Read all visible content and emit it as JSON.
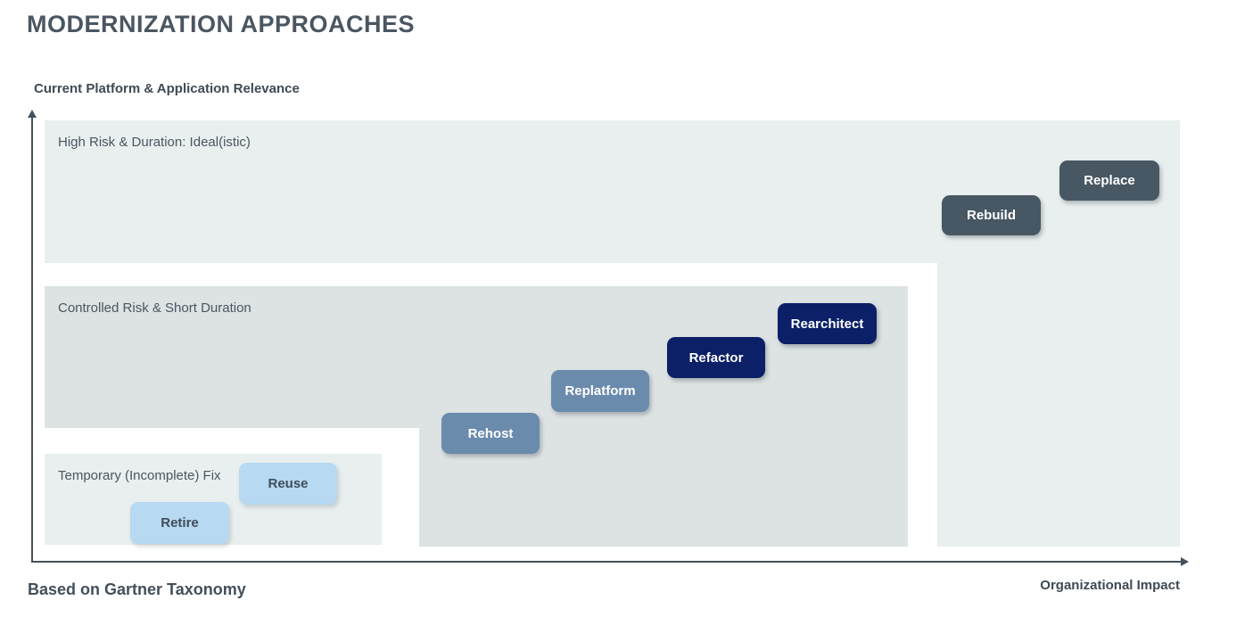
{
  "title": "MODERNIZATION APPROACHES",
  "axes": {
    "y_label": "Current Platform & Application Relevance",
    "x_label": "Organizational Impact"
  },
  "footer": "Based on Gartner Taxonomy",
  "zones": [
    {
      "id": "high-risk",
      "label": "High Risk & Duration: Ideal(istic)",
      "color": "#e9efee"
    },
    {
      "id": "controlled-risk",
      "label": "Controlled Risk & Short Duration",
      "color": "#dde3e3"
    },
    {
      "id": "temporary-fix",
      "label": "Temporary (Incomplete) Fix",
      "color": "#e9efee"
    }
  ],
  "approaches": [
    {
      "label": "Retire",
      "tier": "temporary-fix",
      "color": "#b7d9f2"
    },
    {
      "label": "Reuse",
      "tier": "temporary-fix",
      "color": "#b7d9f2"
    },
    {
      "label": "Rehost",
      "tier": "controlled-risk",
      "color": "#6b8bad"
    },
    {
      "label": "Replatform",
      "tier": "controlled-risk",
      "color": "#6b8bad"
    },
    {
      "label": "Refactor",
      "tier": "controlled-risk",
      "color": "#0b2066"
    },
    {
      "label": "Rearchitect",
      "tier": "controlled-risk",
      "color": "#0b2066"
    },
    {
      "label": "Rebuild",
      "tier": "high-risk",
      "color": "#475763"
    },
    {
      "label": "Replace",
      "tier": "high-risk",
      "color": "#475763"
    }
  ],
  "colors": {
    "title_text": "#4a5661",
    "axis": "#44505c",
    "zone_light": "#e9efee",
    "zone_mid": "#dde3e3",
    "pill_dark_slate": "#475763",
    "pill_navy": "#0b2066",
    "pill_steel_blue": "#6b8bad",
    "pill_light_blue": "#b7d9f2",
    "pill_light_text": "#3f4d59"
  }
}
